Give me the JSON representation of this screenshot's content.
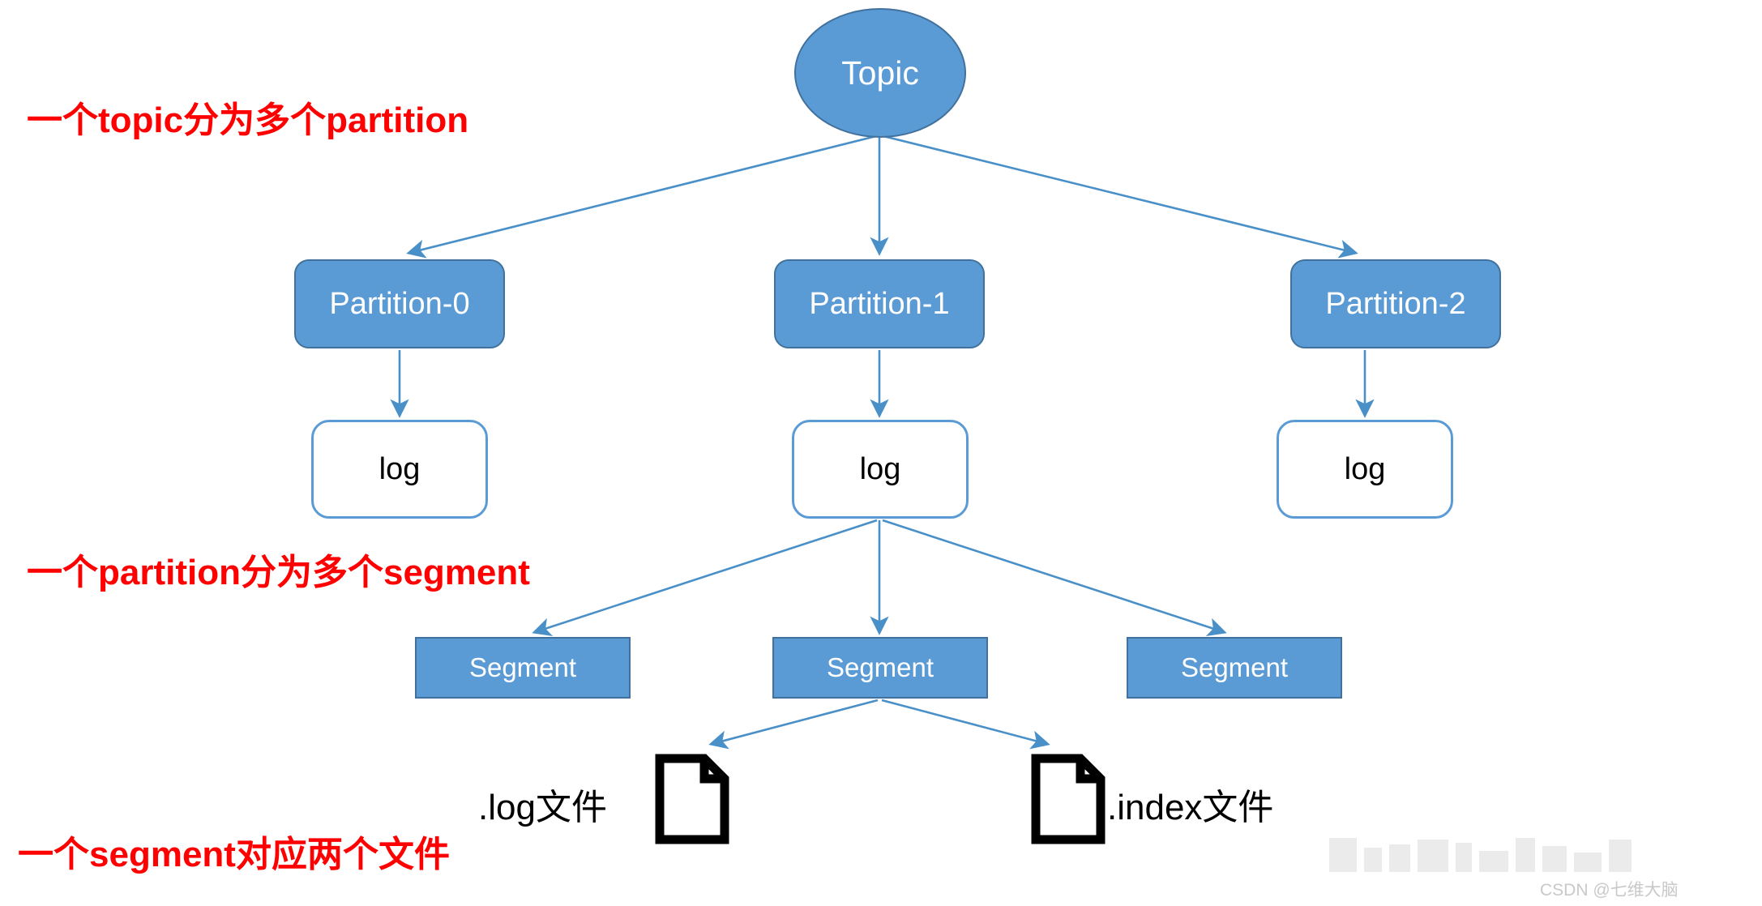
{
  "diagram": {
    "title_node": {
      "label": "Topic",
      "name": "topic-node"
    },
    "partitions": [
      {
        "label": "Partition-0"
      },
      {
        "label": "Partition-1"
      },
      {
        "label": "Partition-2"
      }
    ],
    "logs": [
      {
        "label": "log"
      },
      {
        "label": "log"
      },
      {
        "label": "log"
      }
    ],
    "segments": [
      {
        "label": "Segment"
      },
      {
        "label": "Segment"
      },
      {
        "label": "Segment"
      }
    ],
    "files": [
      {
        "label": ".log文件"
      },
      {
        "label": ".index文件"
      }
    ],
    "annotations": [
      {
        "text": "一个topic分为多个partition"
      },
      {
        "text": "一个partition分为多个segment"
      },
      {
        "text": "一个segment对应两个文件"
      }
    ]
  },
  "watermark": {
    "text": "CSDN @七维大脑"
  },
  "colors": {
    "node_fill": "#5B9BD5",
    "node_border": "#41719C",
    "log_border": "#5B9BD5",
    "connector": "#4A90C8",
    "annotation": "#FF0000",
    "file_icon": "#000000",
    "background": "#FFFFFF"
  }
}
